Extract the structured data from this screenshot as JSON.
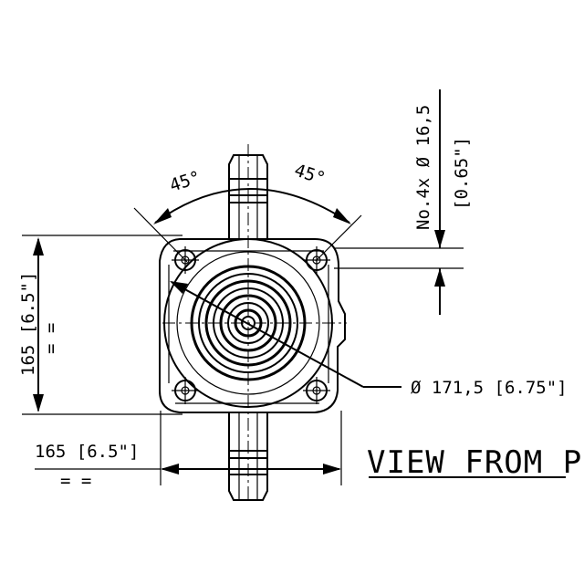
{
  "drawing": {
    "view_title": "VIEW FROM P",
    "angle_left": "45°",
    "angle_right": "45°",
    "hole_spec_line1": "No.4x Ø 16,5",
    "hole_spec_line2": "[0.65\"]",
    "diameter_callout": "Ø 171,5 [6.75\"]",
    "vertical_dimension": "165 [6.5\"]",
    "vertical_equal_marks": "= =",
    "horizontal_dimension": "165 [6.5\"]",
    "horizontal_equal_marks": "= ="
  }
}
